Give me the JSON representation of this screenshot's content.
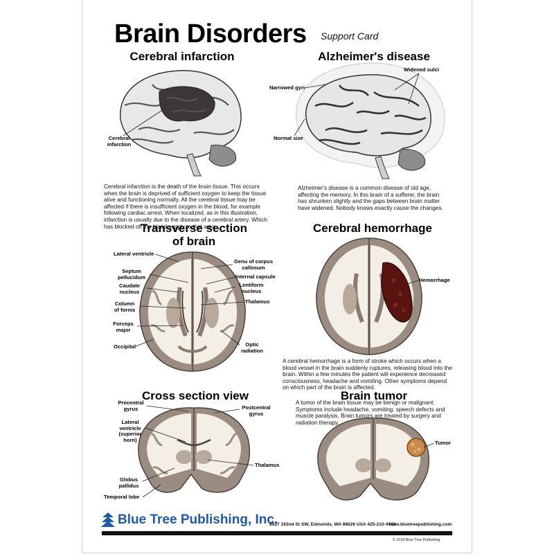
{
  "header": {
    "title": "Brain Disorders",
    "subtitle": "Support Card"
  },
  "infarction": {
    "heading": "Cerebral infarction",
    "label": "Cerebral\ninfarction",
    "body": "Cerebral infarction is the death of the brain tissue. This occurs when the brain is deprived of sufficient oxygen to keep the tissue alive and functioning normally. All the cerebral tissue may be affected if there is insufficient oxygen in the blood, for example following cardiac arrest. When localized, as in this illustration, infarction is usually due to the disease of a cerebral artery. Which has blocked off the blood supply to that area."
  },
  "alzheimers": {
    "heading": "Alzheimer's disease",
    "labels": {
      "widened_sulci": "Widened sulci",
      "narrowed_gyri": "Narrowed gyri",
      "normal_size": "Normal size"
    },
    "body": "Alzheimer's disease is a common disease of old age, affecting the memory. In this brain of a sufferer, the brain has shrunken slightly and the gaps between brain matter have widened. Nobody knows exactly cause the changes."
  },
  "transverse": {
    "heading_line1": "Transverse section",
    "heading_line2": "of brain",
    "labels": {
      "lateral_ventricle": "Lateral ventricle",
      "septum": "Septum\npellucidum",
      "caudate": "Caudate\nnucleus",
      "fornix": "Column\nof fornix",
      "forceps": "Forceps\nmajor",
      "occipital": "Occipital",
      "genu": "Genu of corpus\ncallosum",
      "internal_capsule": "Internal capsule",
      "lentiform": "Lentiform\nnucleus",
      "thalamus": "Thalamus",
      "optic": "Optic\nradiation"
    }
  },
  "hemorrhage": {
    "heading": "Cerebral hemorrhage",
    "label": "Hemorrhage",
    "body": "A cerebral hemorrhage is a form of stroke which occurs when a blood vessel in the brain suddenly ruptures, releasing blood into the brain. Within a few minutes the patient will experience decreased consciousness, headache and vomiting. Other symptoms depend on which part of the brain is affected."
  },
  "cross": {
    "heading": "Cross section view",
    "labels": {
      "precentral": "Precentral\ngyrus",
      "postcentral": "Postcentral\ngyrus",
      "lateral": "Lateral\nventricle\n(superior\nhorn)",
      "thalamus": "Thalamus",
      "globus": "Globus\npallidus",
      "temporal": "Temporal lobe"
    }
  },
  "tumor": {
    "heading": "Brain tumor",
    "label": "Tumor",
    "body": "A tumor of the brain tissue may be benign or malignant. Symptoms include headache, vomiting, speech defects and muscle paralysis. Brain tumors are treated by surgery and radiation therapy."
  },
  "footer": {
    "brand": "Blue Tree Publishing, Inc.",
    "address": "8927 192nd St SW, Edmonds, WA 98026 USA 425-210-4743",
    "website": "www.bluetreepublishing.com",
    "copyright": "© 2018 Blue Tree Publishing"
  },
  "colors": {
    "brand_blue": "#1e5aa8",
    "gray_matter": "#9a8c80",
    "white_matter": "#f4efe6",
    "hemorrhage": "#5a1410",
    "tumor": "#c98a4a"
  }
}
